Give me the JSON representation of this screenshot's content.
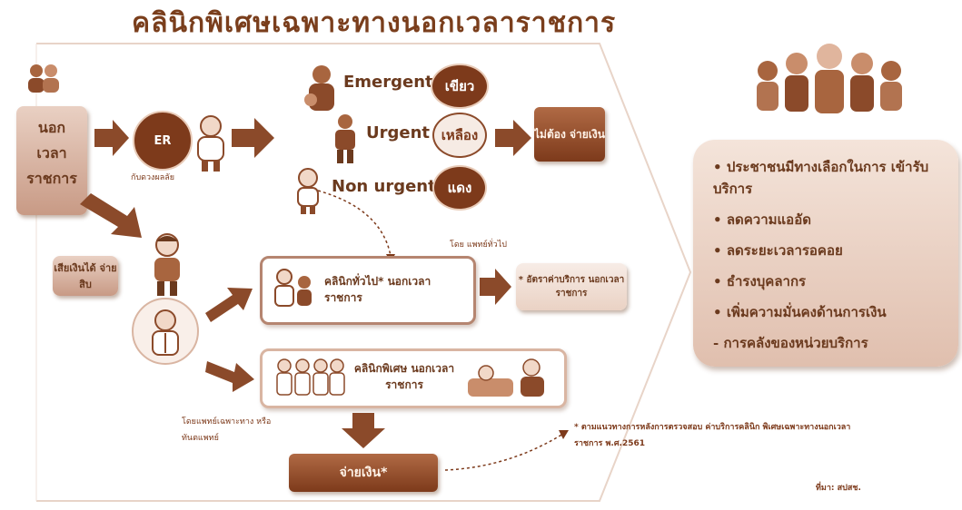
{
  "title": "คลินิกพิเศษเฉพาะทางนอกเวลาราชการ",
  "left_box": {
    "lines": [
      "นอก",
      "เวลา",
      "ราชการ"
    ]
  },
  "er": {
    "label": "ER",
    "caption": "กับดวงผลลัย"
  },
  "triage": [
    {
      "name": "Emergent",
      "color_label": "เขียว",
      "style": "dark"
    },
    {
      "name": "Urgent",
      "color_label": "เหลือง",
      "style": "light"
    },
    {
      "name": "Non urgent",
      "color_label": "แดง",
      "style": "dark"
    }
  ],
  "no_pay_box": "ไม่ต้อง จ่ายเงิน",
  "self_pay_box": "เสียเงินได้ จ่ายสิบ",
  "dashed_caption": "โดย แพทย์ทั่วไป",
  "gp_clinic_box": "คลินิกทั่วไป* นอกเวลาราชการ",
  "gp_result_box": "* อัตราค่าบริการ นอกเวลาราชการ",
  "special_clinic_box": "คลินิกพิเศษ นอกเวลาราชการ",
  "special_note": "โดยแพทย์เฉพาะทาง หรือ ทันตแพทย์",
  "pay_box": "จ่ายเงิน*",
  "footnote": "* ตามแนวทางการหลังการตรวจสอบ ค่าบริการคลินิก พิเศษเฉพาะทางนอกเวลาราชการ พ.ศ.2561",
  "source": "ที่มา: สปสช.",
  "benefits": [
    "ประชาชนมีทางเลือกในการ เข้ารับบริการ",
    "ลดความแออัด",
    "ลดระยะเวลารอคอย",
    "ธำรงบุคลากร",
    "เพิ่มความมั่นคงด้านการเงิน"
  ],
  "benefits_last": "- การคลังของหน่วยบริการ",
  "colors": {
    "primary": "#7d3a1b",
    "light": "#e9d0c3",
    "accent": "#b06a45"
  }
}
